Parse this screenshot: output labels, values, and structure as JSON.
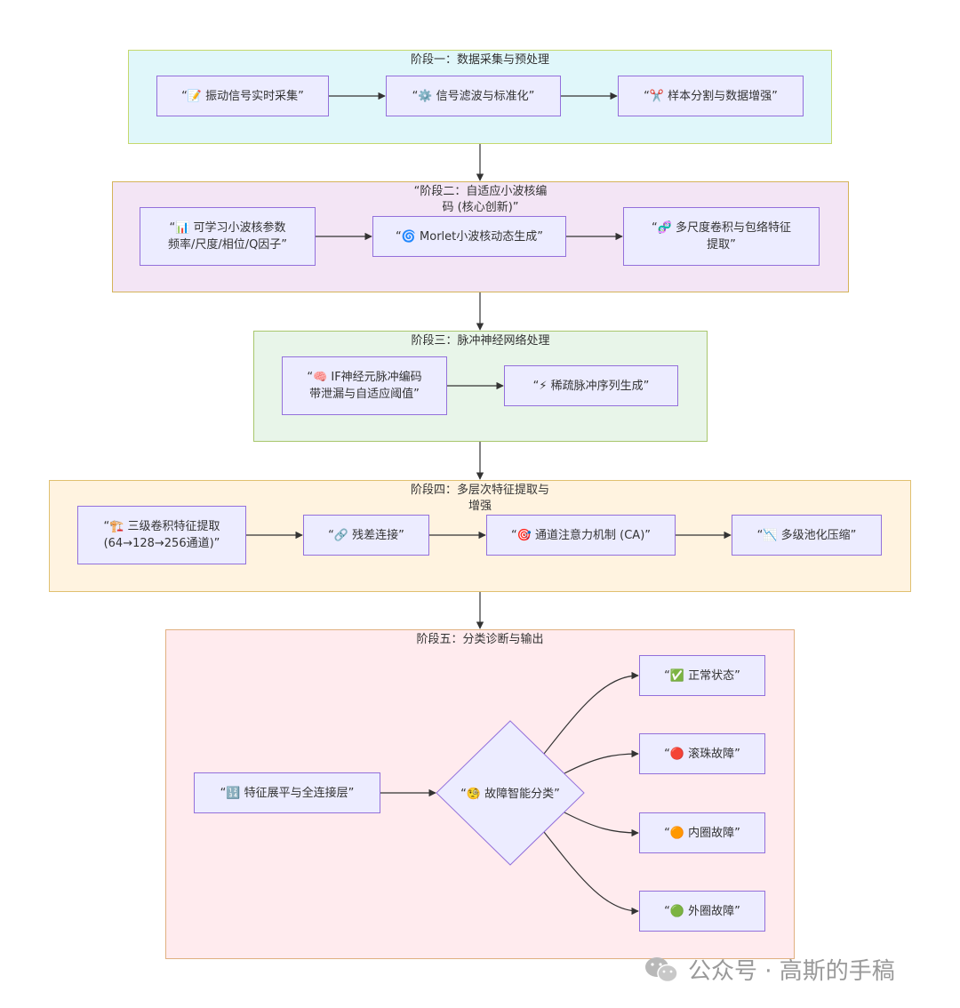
{
  "stages": [
    {
      "id": "s1",
      "title": "阶段一：数据采集与预处理"
    },
    {
      "id": "s2",
      "title": "“阶段二：自适应小波核编\n码 (核心创新)”"
    },
    {
      "id": "s3",
      "title": "阶段三：脉冲神经网络处理"
    },
    {
      "id": "s4",
      "title": "阶段四：多层次特征提取与\n增强"
    },
    {
      "id": "s5",
      "title": "阶段五：分类诊断与输出"
    }
  ],
  "nodes": {
    "n1": "“📝 振动信号实时采集”",
    "n2": "“⚙️ 信号滤波与标准化”",
    "n3": "“✂️ 样本分割与数据增强”",
    "n4": "“📊 可学习小波核参数\n频率/尺度/相位/Q因子”",
    "n5": "“🌀 Morlet小波核动态生成”",
    "n6": "“🧬 多尺度卷积与包络特征\n提取”",
    "n7": "“🧠 IF神经元脉冲编码\n带泄漏与自适应阈值”",
    "n8": "“⚡ 稀疏脉冲序列生成”",
    "n9": "“🏗️ 三级卷积特征提取\n(64→128→256通道)”",
    "n10": "“🔗 残差连接”",
    "n11": "“🎯 通道注意力机制 (CA)”",
    "n12": "“📉 多级池化压缩”",
    "n13": "“🔢 特征展平与全连接层”",
    "n14": "“🧐 故障智能分类”",
    "n15": "“✅ 正常状态”",
    "n16": "“🔴 滚珠故障”",
    "n17": "“🟠 内圈故障”",
    "n18": "“🟢 外圈故障”"
  },
  "watermark": {
    "text": "公众号 · 高斯的手稿",
    "icon": "wechat-icon"
  },
  "colors": {
    "node_fill": "#ECECFF",
    "node_border": "#9370DB",
    "edge": "#333333",
    "s1_fill": "#E0F7FA",
    "s1_border": "#C5D86D",
    "s2_fill": "#F3E5F5",
    "s2_border": "#D4B35A",
    "s3_fill": "#E8F5E9",
    "s3_border": "#A8C66C",
    "s4_fill": "#FFF3E0",
    "s4_border": "#E0C070",
    "s5_fill": "#FFEBEE",
    "s5_border": "#E0B080"
  }
}
